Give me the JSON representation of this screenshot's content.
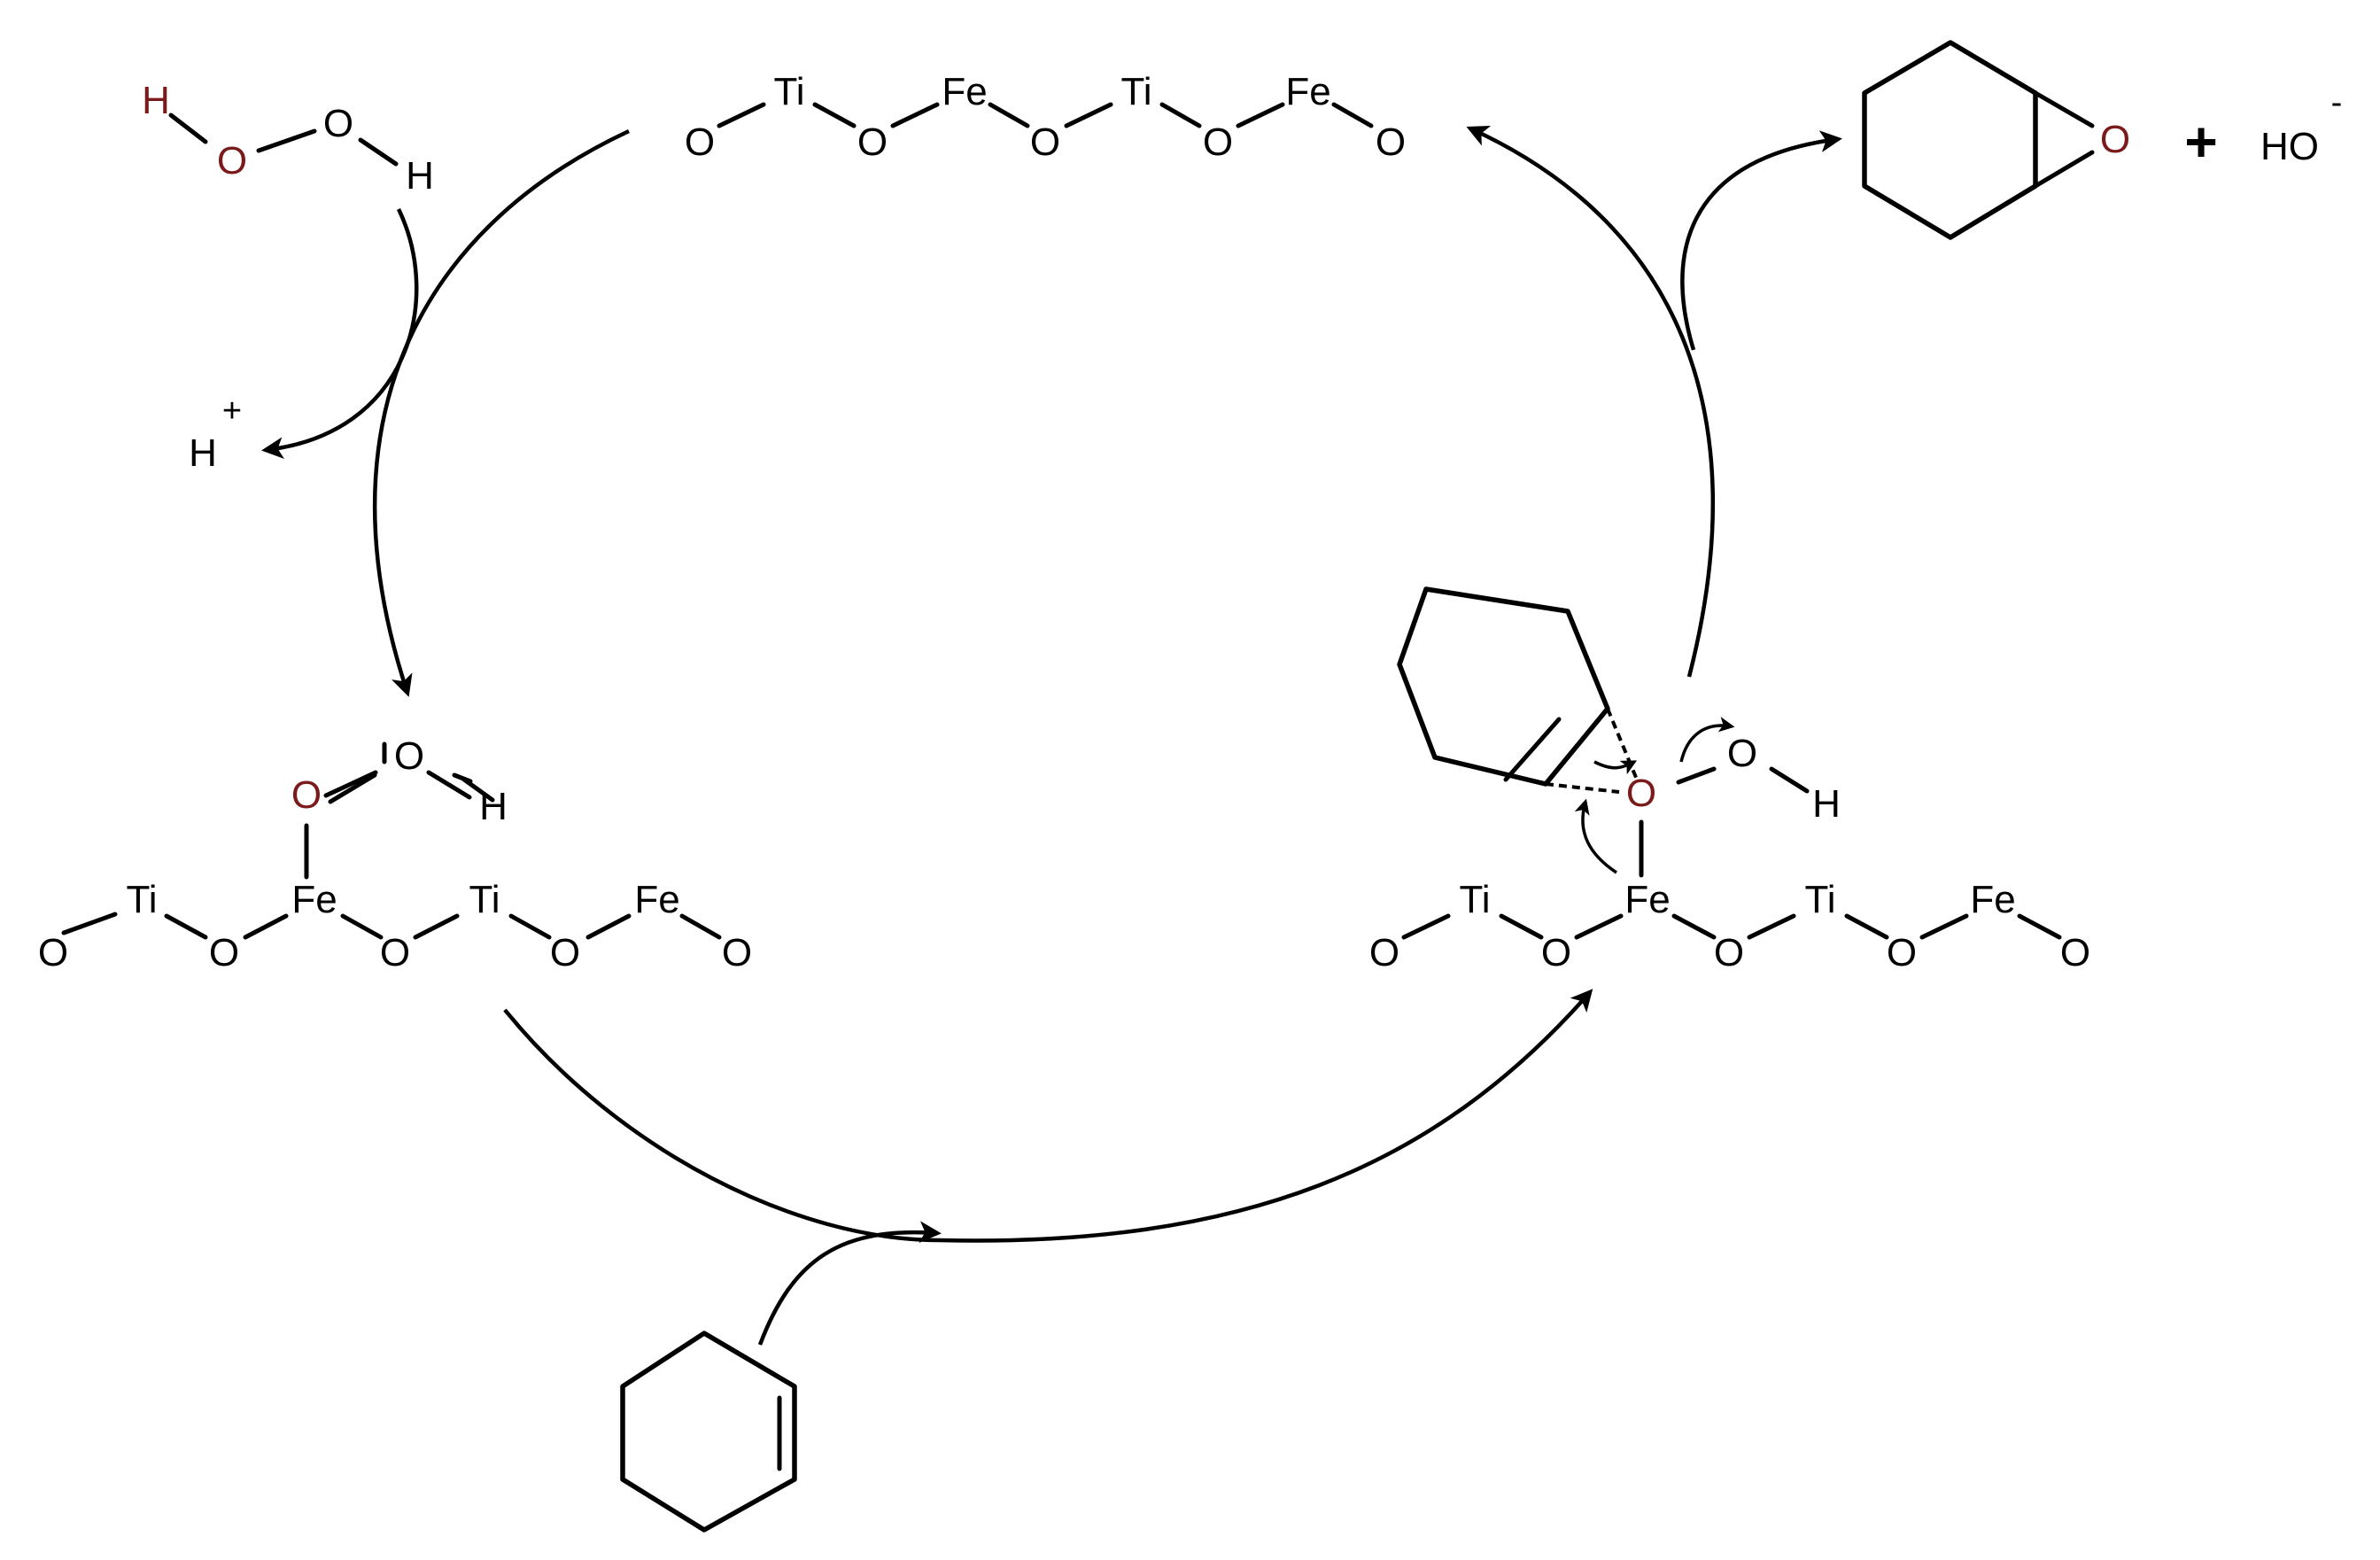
{
  "colors": {
    "ink": "#000000",
    "oxygen_highlight": "#7a1a1a"
  },
  "atoms": {
    "O": "O",
    "H": "H",
    "Ti": "Ti",
    "Fe": "Fe"
  },
  "species": {
    "proton": {
      "symbol": "H",
      "charge": "+"
    },
    "hydroxide": {
      "formula": "HO",
      "charge": "-"
    },
    "plus_sign": "+"
  }
}
